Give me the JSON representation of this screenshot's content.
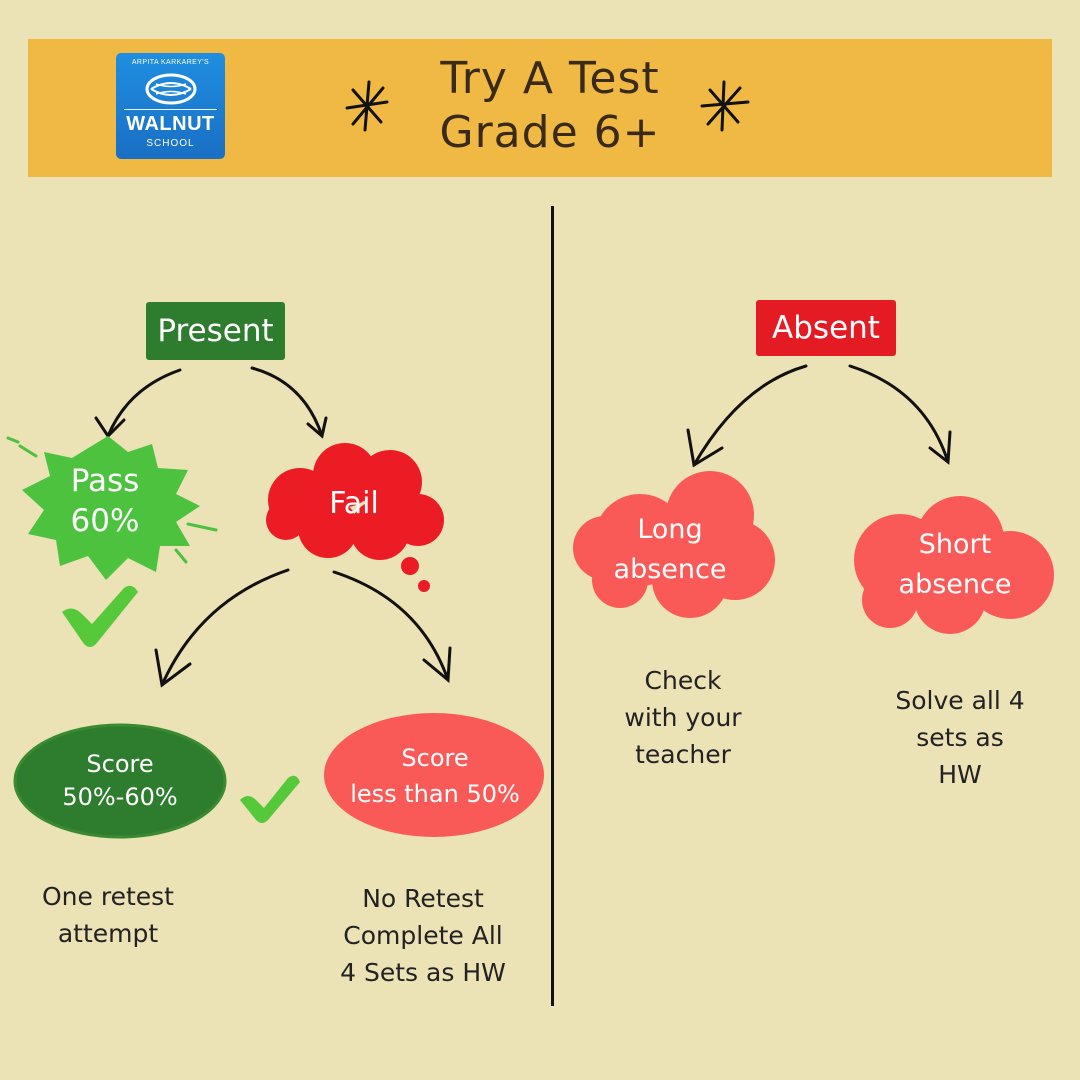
{
  "logo": {
    "tagline": "ARPITA KARKAREY'S",
    "name": "WALNUT",
    "sub": "SCHOOL"
  },
  "title": {
    "line1": "Try A Test",
    "line2": "Grade 6+"
  },
  "present": {
    "label": "Present",
    "pass": {
      "line1": "Pass",
      "line2": "60%"
    },
    "fail": {
      "label": "Fail"
    },
    "score_mid": {
      "line1": "Score",
      "line2": "50%-60%"
    },
    "score_low": {
      "line1": "Score",
      "line2": "less than 50%"
    },
    "note_mid": {
      "line1": "One retest",
      "line2": "attempt"
    },
    "note_low": {
      "line1": "No Retest",
      "line2": "Complete All",
      "line3": "4 Sets as HW"
    }
  },
  "absent": {
    "label": "Absent",
    "long": {
      "line1": "Long",
      "line2": "absence"
    },
    "short": {
      "line1": "Short",
      "line2": "absence"
    },
    "note_long": {
      "line1": "Check",
      "line2": "with your",
      "line3": "teacher"
    },
    "note_short": {
      "line1": "Solve all 4",
      "line2": "sets as",
      "line3": "HW"
    }
  },
  "colors": {
    "background": "#ebe2b6",
    "header": "#f0b944",
    "present": "#2e7d2e",
    "absent": "#e51b24",
    "pass": "#4cc23e",
    "salmon": "#fa5a57",
    "check": "#55c93a"
  },
  "icons": [
    "sparkle-icon",
    "check-icon",
    "walnut-icon"
  ]
}
